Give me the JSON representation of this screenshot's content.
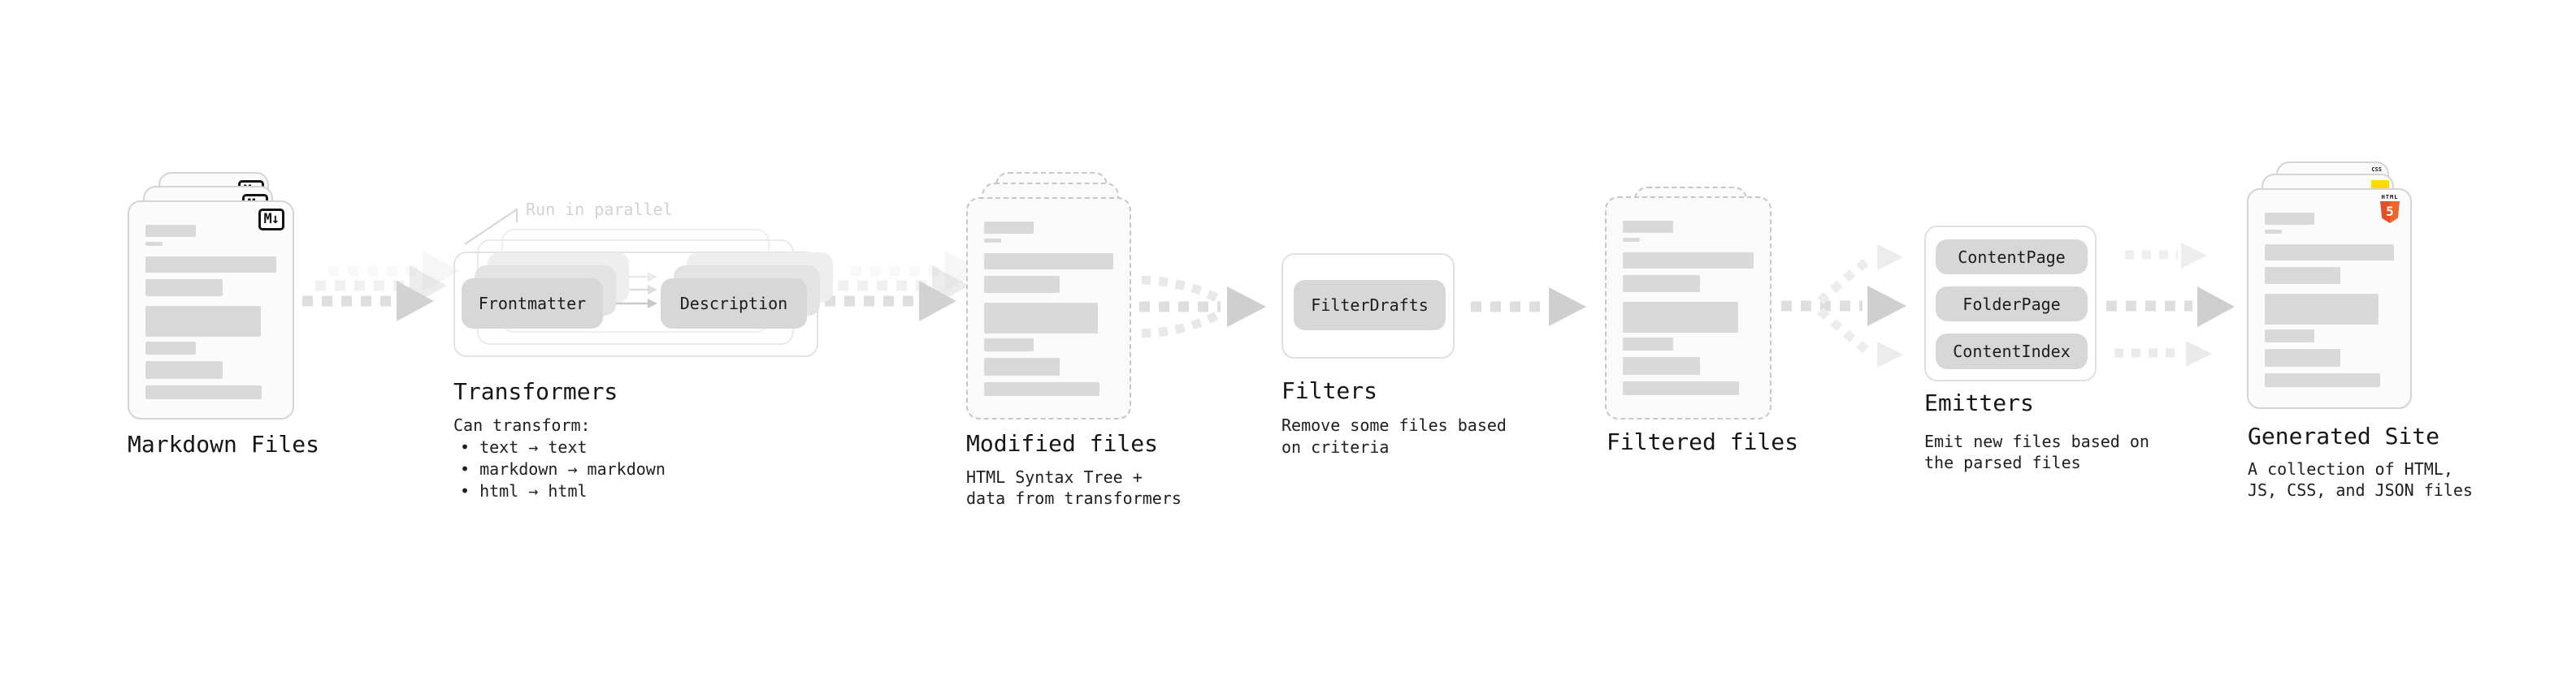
{
  "stages": {
    "markdown_files": {
      "label": "Markdown Files",
      "badge": "M↓"
    },
    "transformers": {
      "label": "Transformers",
      "annotation": "Run in parallel",
      "pill_source": "Frontmatter",
      "pill_target": "Description",
      "note_title": "Can transform:",
      "bullets": [
        "text → text",
        "markdown → markdown",
        "html → html"
      ]
    },
    "modified_files": {
      "label": "Modified files",
      "subtitle": [
        "HTML Syntax Tree +",
        "data from transformers"
      ]
    },
    "filters": {
      "label": "Filters",
      "pill": "FilterDrafts",
      "subtitle": [
        "Remove some files based",
        "on criteria"
      ]
    },
    "filtered_files": {
      "label": "Filtered files"
    },
    "emitters": {
      "label": "Emitters",
      "pills": [
        "ContentPage",
        "FolderPage",
        "ContentIndex"
      ],
      "subtitle": [
        "Emit new files based on",
        "the parsed files"
      ]
    },
    "generated_site": {
      "label": "Generated Site",
      "subtitle": [
        "A collection of HTML,",
        "JS, CSS, and JSON files"
      ],
      "badges": {
        "html_label": "HTML",
        "html_number": "5",
        "css_label": "CSS"
      }
    }
  },
  "colors": {
    "html5_orange": "#E44D26",
    "html5_orange_light": "#F16529",
    "js_yellow": "#FFDC00",
    "css_blue": "#2D65E8",
    "skeleton_gray": "#D9D9D9",
    "arrow_gray": "#CFCFCF",
    "annotation_gray": "#D2D2D2"
  }
}
